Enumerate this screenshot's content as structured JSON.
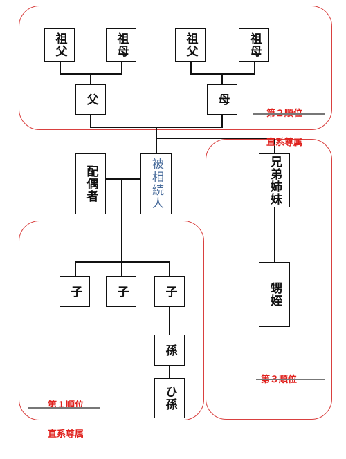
{
  "nodes": {
    "grandfather_paternal": "祖父",
    "grandmother_paternal": "祖母",
    "grandfather_maternal": "祖父",
    "grandmother_maternal": "祖母",
    "father": "父",
    "mother": "母",
    "spouse": "配偶者",
    "deceased": "被相続人",
    "siblings": "兄弟姉妹",
    "nephew_niece": "甥姪",
    "child_1": "子",
    "child_2": "子",
    "child_3": "子",
    "grandchild": "孫",
    "great_grandchild": "ひ孫"
  },
  "labels": {
    "rank_2_line1": "第２順位",
    "rank_2_line2": "直系尊属",
    "rank_1_line1": "第１順位",
    "rank_1_line2": "直系尊属",
    "rank_3": "第３順位"
  },
  "colors": {
    "group_border": "#d9403f",
    "label_text": "#e0211d",
    "deceased_text": "#4a6d9c"
  }
}
